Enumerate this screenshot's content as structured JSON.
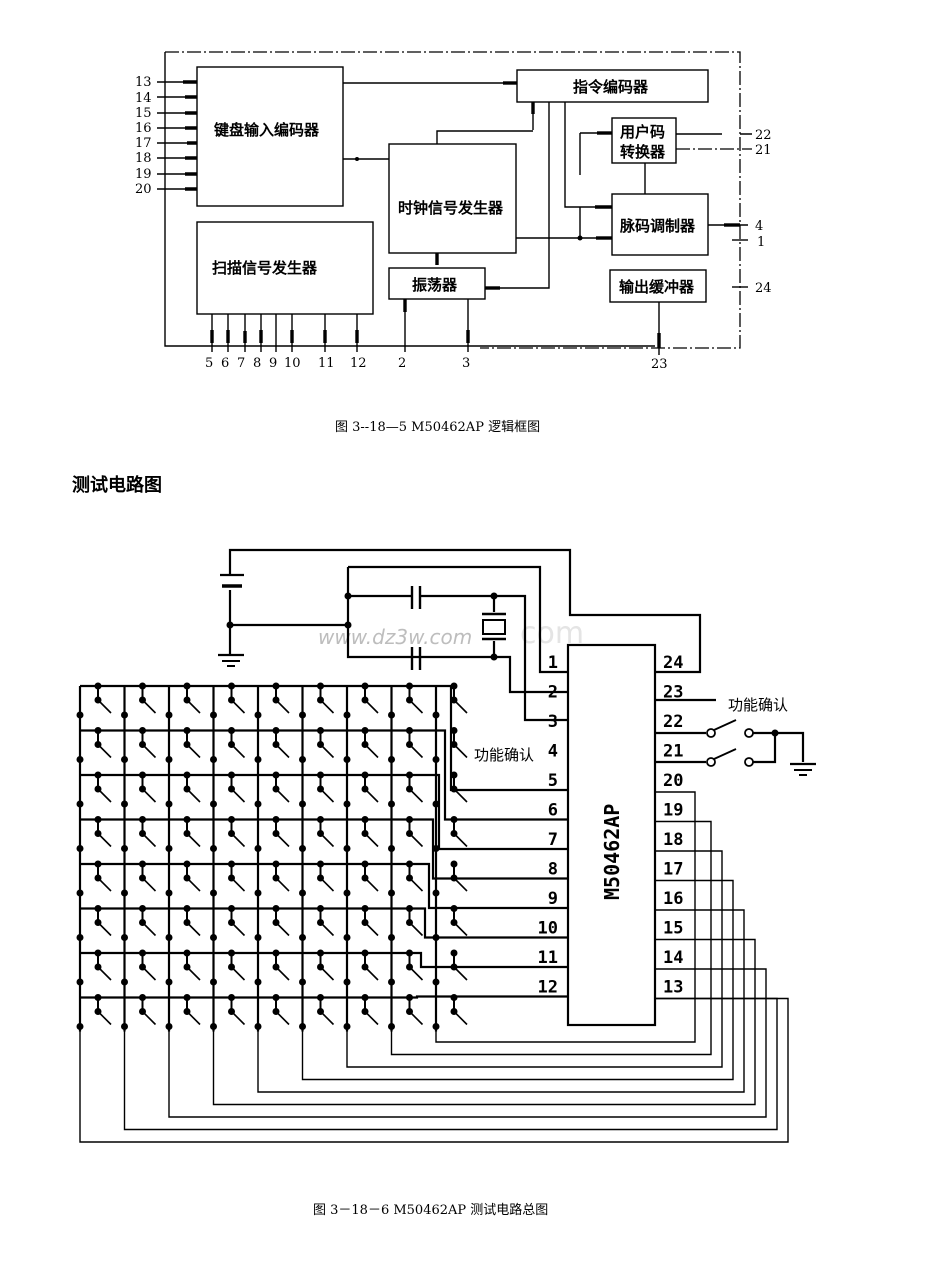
{
  "figure1": {
    "blocks": {
      "keyboard_encoder": "键盘输入编码器",
      "instruction_encoder": "指令编码器",
      "user_code_converter_line1": "用户码",
      "user_code_converter_line2": "转换器",
      "clock_generator": "时钟信号发生器",
      "pulse_modulator": "脉码调制器",
      "scan_generator": "扫描信号发生器",
      "oscillator": "振荡器",
      "output_buffer": "输出缓冲器"
    },
    "left_pins": [
      "13",
      "14",
      "15",
      "16",
      "17",
      "18",
      "19",
      "20"
    ],
    "bottom_pins": [
      "5",
      "6",
      "7",
      "8",
      "9",
      "10",
      "11",
      "12",
      "2",
      "3",
      "23"
    ],
    "right_pins": [
      "22",
      "21",
      "4",
      "1",
      "24"
    ],
    "caption": "图 3--18—5   M50462AP 逻辑框图"
  },
  "section_heading": "测试电路图",
  "figure2": {
    "watermark_main": "www.dz3w.com",
    "watermark_faint": "com",
    "chip_label": "M50462AP",
    "left_pins": [
      "1",
      "2",
      "3",
      "4",
      "5",
      "6",
      "7",
      "8",
      "9",
      "10",
      "11",
      "12"
    ],
    "right_pins": [
      "24",
      "23",
      "22",
      "21",
      "20",
      "19",
      "18",
      "17",
      "16",
      "15",
      "14",
      "13"
    ],
    "function_confirm_left": "功能确认",
    "function_confirm_right": "功能确认",
    "keypad_rows": 8,
    "keypad_cols": 8,
    "caption": "图 3－18－6   M50462AP 测试电路总图"
  }
}
